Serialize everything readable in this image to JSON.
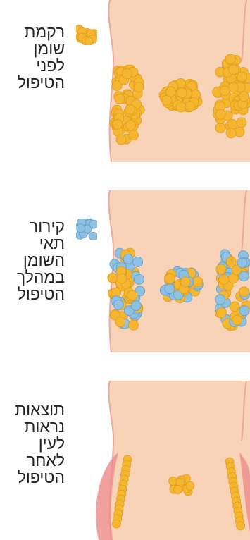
{
  "panels": [
    {
      "id": "before",
      "label_lines": [
        "רקמת",
        "שומן",
        "לפני",
        "הטיפול"
      ],
      "swatch": "fat-cells",
      "stage": "before"
    },
    {
      "id": "during",
      "label_lines": [
        "קירור",
        "תאי",
        "השומן",
        "במהלך",
        "הטיפול"
      ],
      "swatch": "cooled-fat-cells",
      "stage": "during"
    },
    {
      "id": "after",
      "label_lines": [
        "תוצאות",
        "נראות",
        "לעין",
        "לאחר",
        "הטיפול"
      ],
      "swatch": null,
      "stage": "after"
    }
  ],
  "colors": {
    "skin": "#f8d3b8",
    "skin_edge": "#e8a9a0",
    "fat": "#f5b731",
    "fat_edge": "#e09a14",
    "cold": "#8fc1e3",
    "cold_edge": "#5d9cc9",
    "inflamed": "#ef8f8f"
  }
}
